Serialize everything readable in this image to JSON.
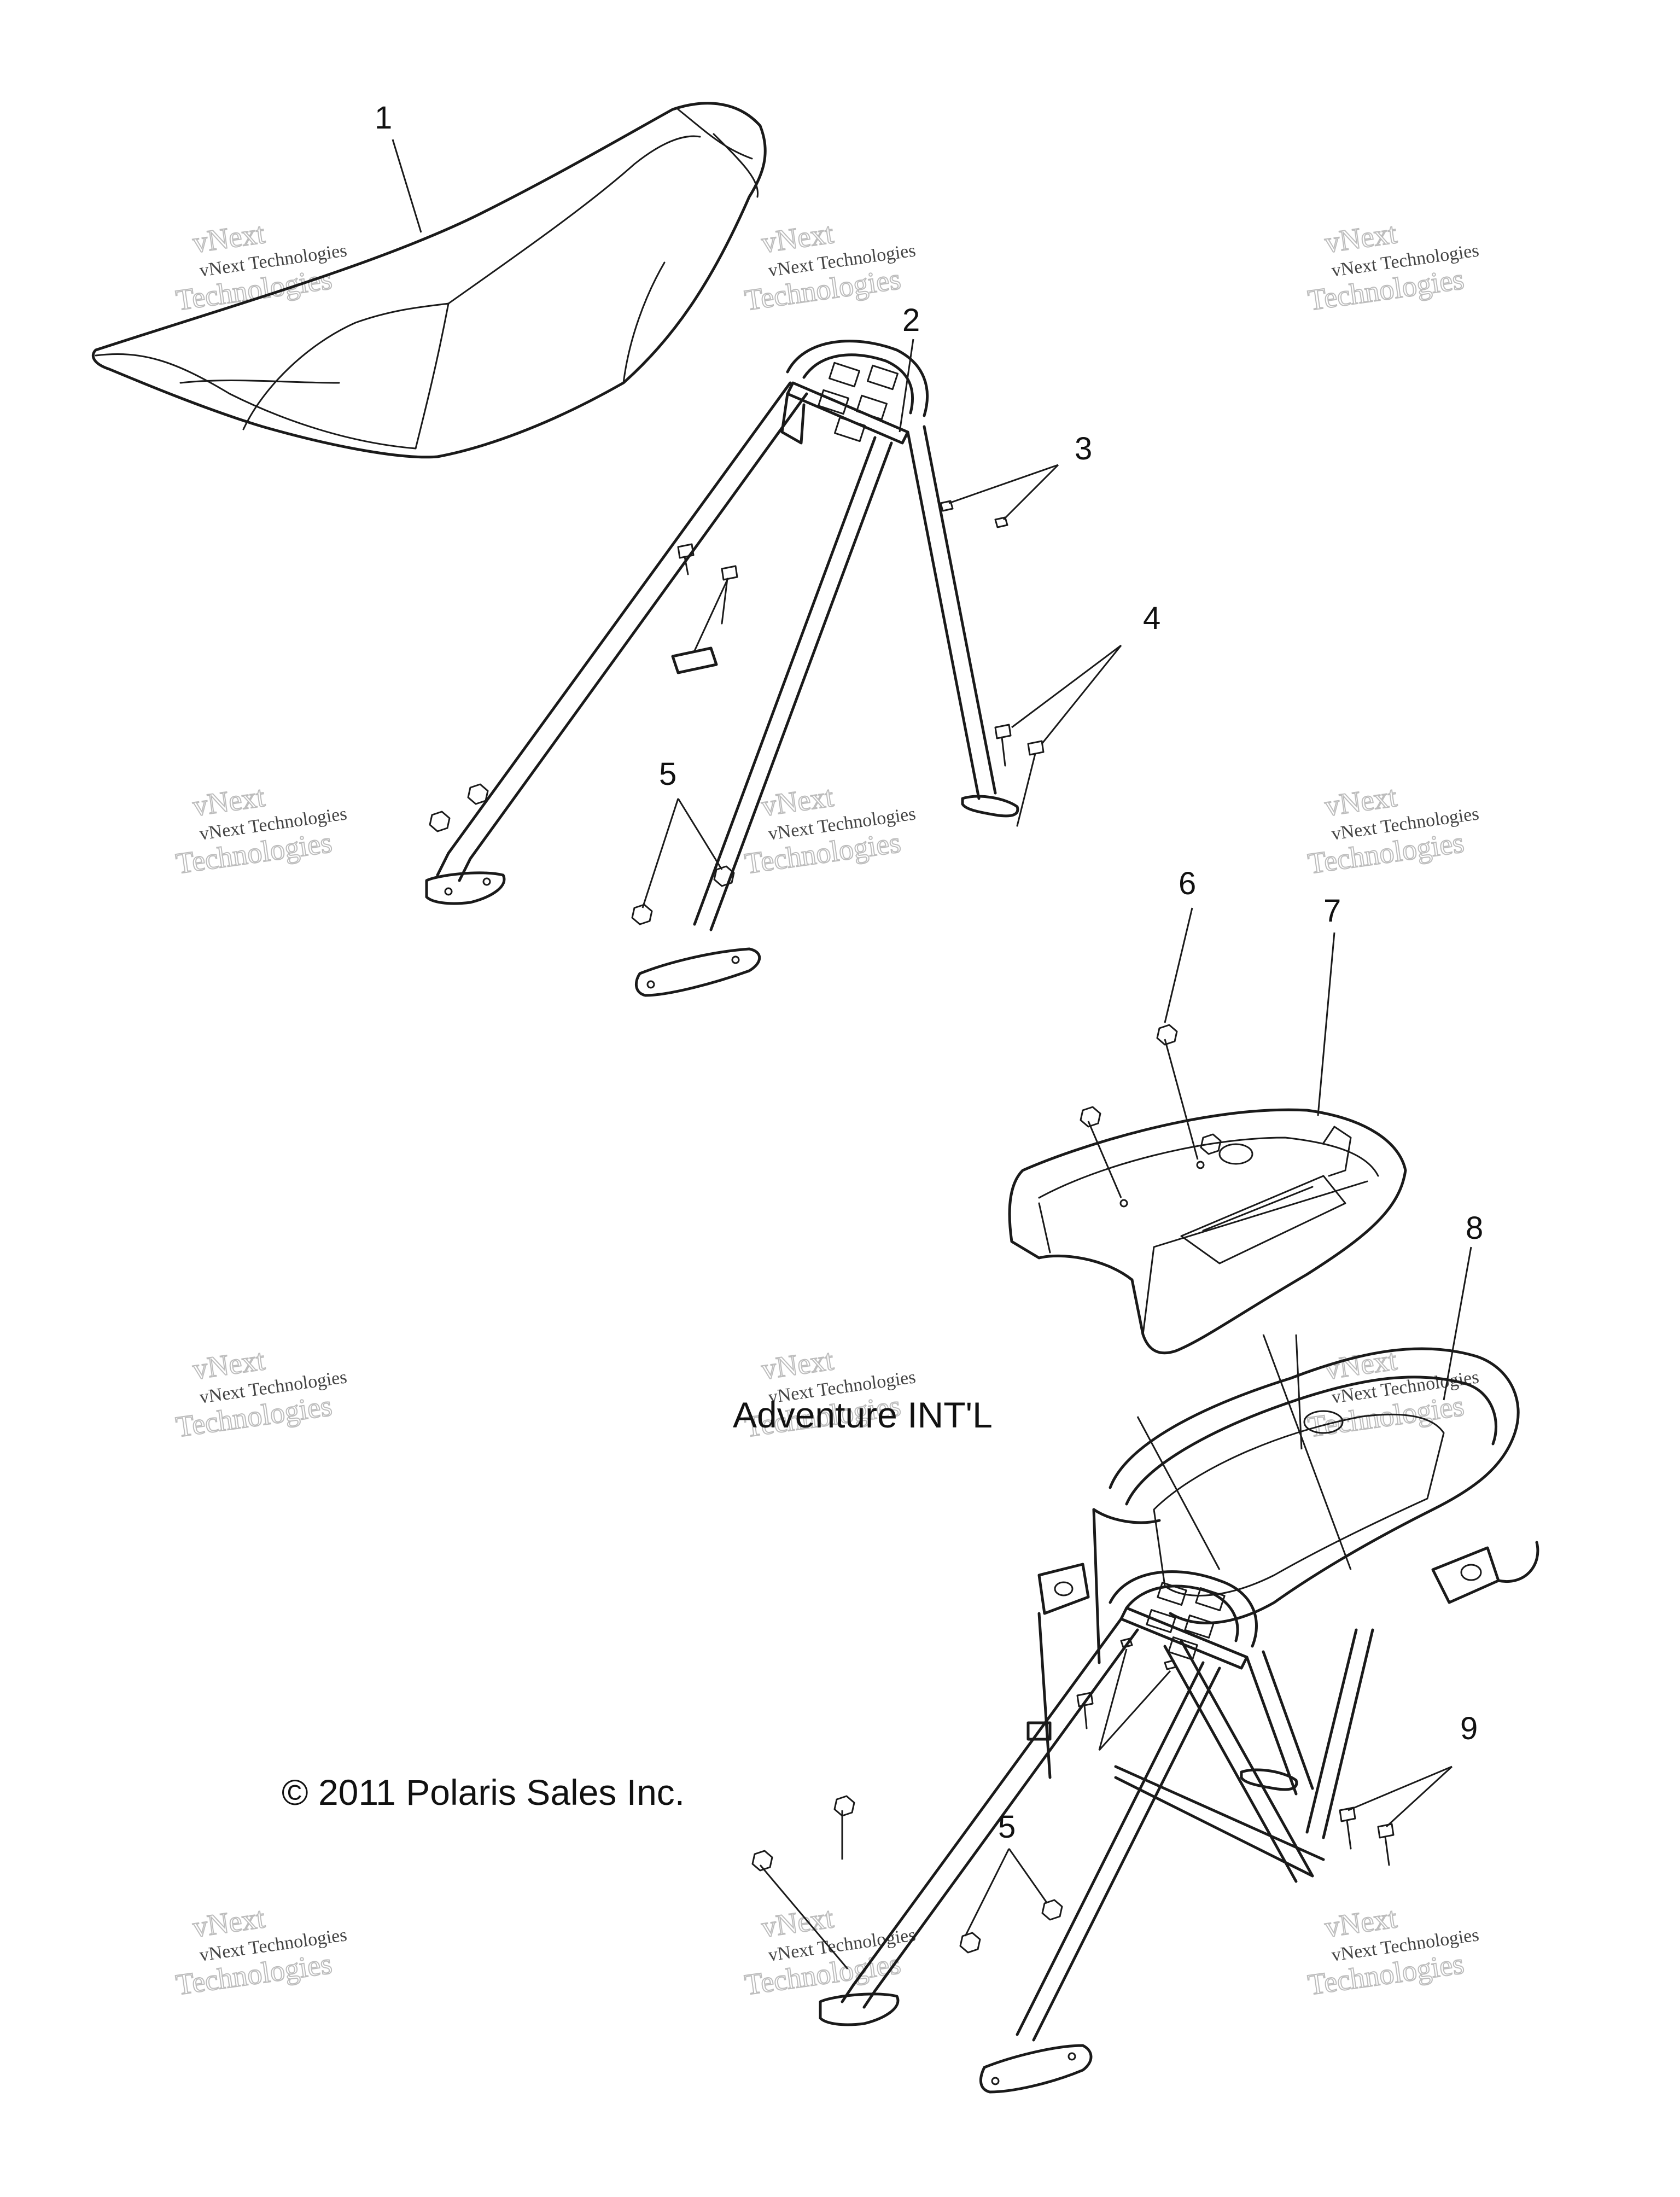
{
  "callouts": {
    "c1": "1",
    "c2": "2",
    "c3": "3",
    "c4": "4",
    "c5a": "5",
    "c6": "6",
    "c7": "7",
    "c8": "8",
    "c9": "9",
    "c5b": "5"
  },
  "variant_label": "Adventure INT'L",
  "copyright": "© 2011 Polaris Sales Inc.",
  "watermark": {
    "line1": "vNext Technologies",
    "line2": "vNext",
    "line3": "Technologies"
  }
}
